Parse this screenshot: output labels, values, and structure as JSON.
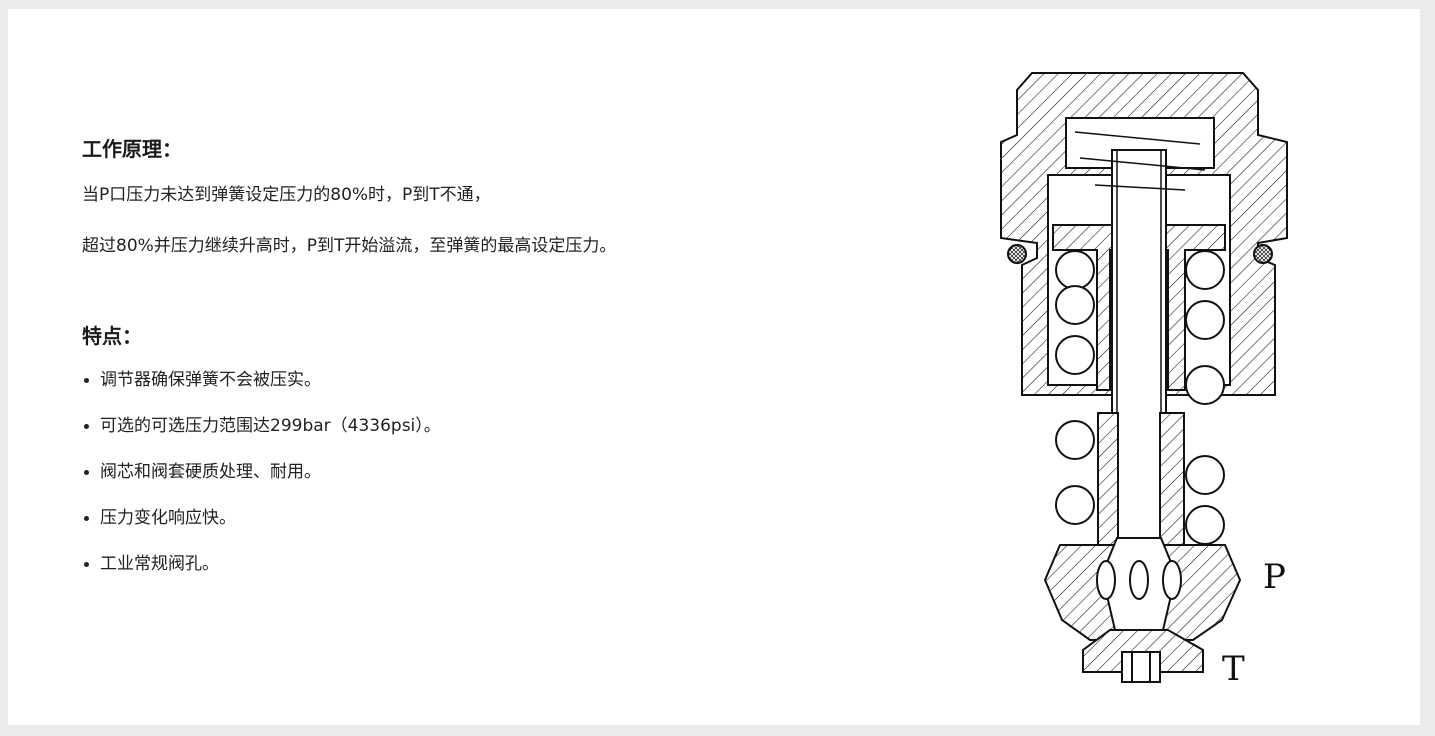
{
  "principle": {
    "title": "工作原理：",
    "line1": "当P口压力未达到弹簧设定压力的80%时，P到T不通，",
    "line2": "超过80%并压力继续升高时，P到T开始溢流，至弹簧的最高设定压力。"
  },
  "features": {
    "title": "特点：",
    "items": [
      "调节器确保弹簧不会被压实。",
      "可选的可选压力范围达299bar（4336psi）。",
      "阀芯和阀套硬质处理、耐用。",
      "压力变化响应快。",
      "工业常规阀孔。"
    ]
  },
  "diagram": {
    "port_p": "P",
    "port_t": "T"
  }
}
